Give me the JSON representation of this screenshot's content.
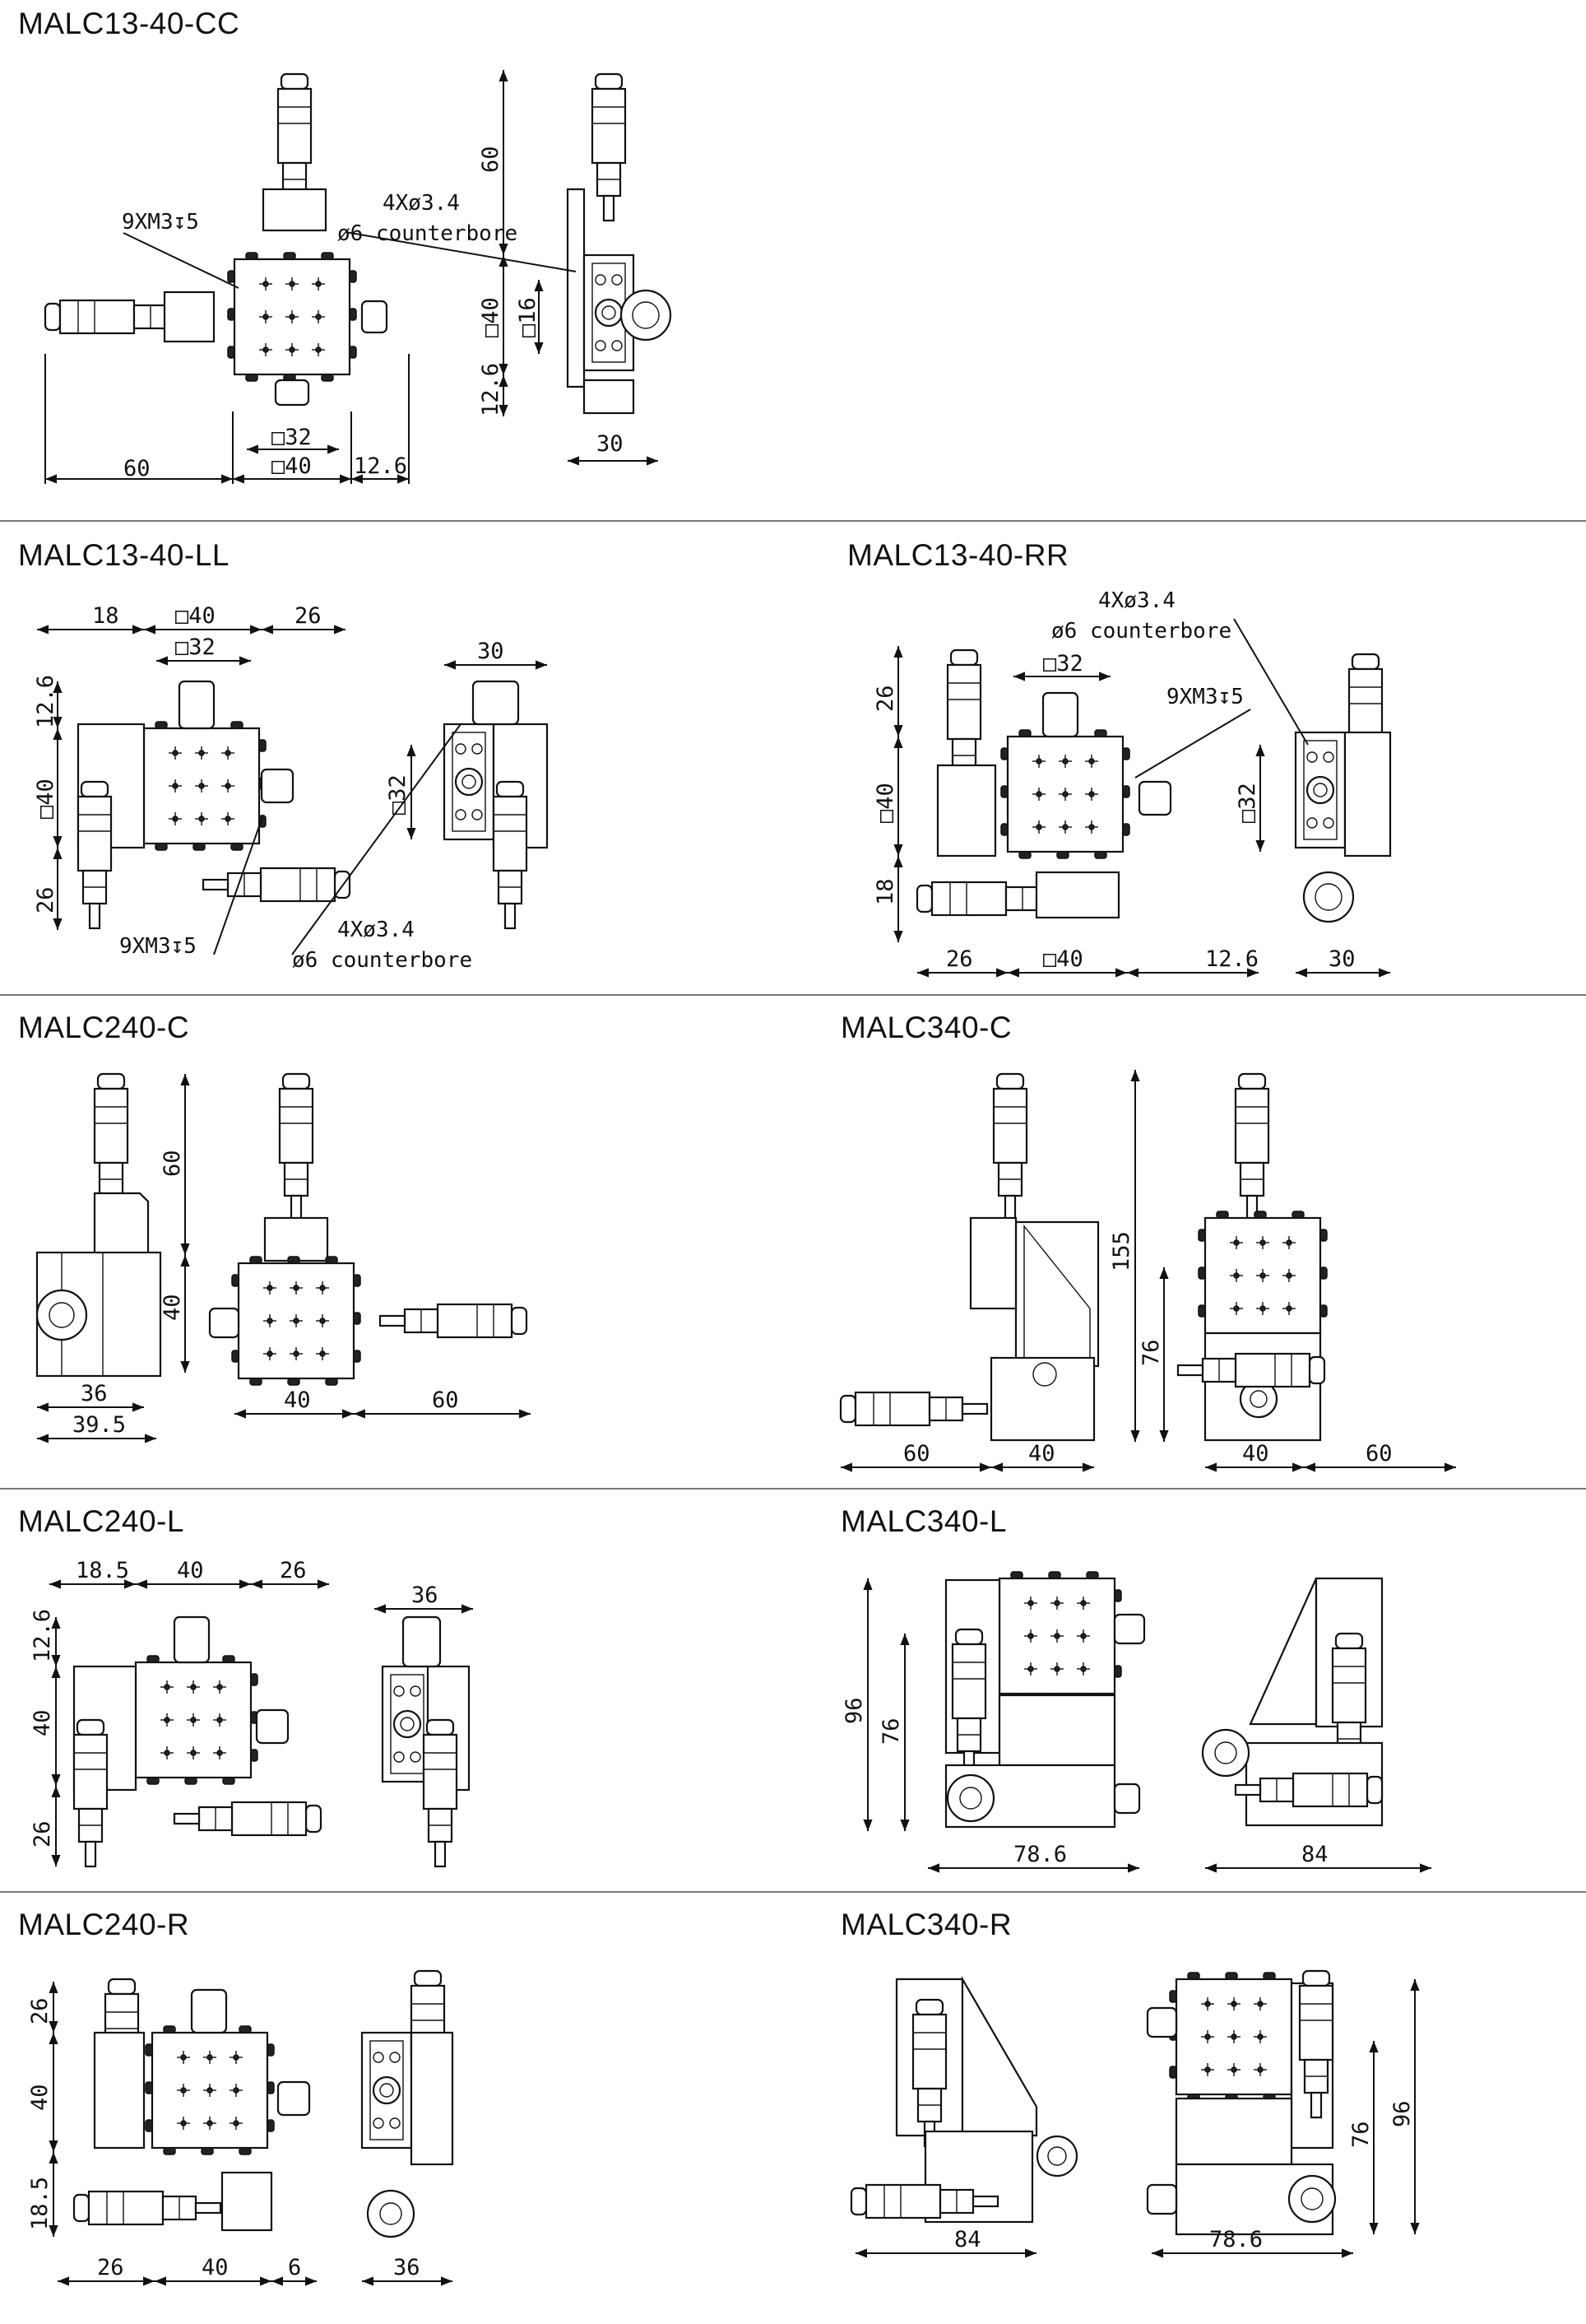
{
  "sections": [
    {
      "title": "MALC13-40-CC"
    },
    {
      "title": "MALC13-40-LL"
    },
    {
      "title": "MALC13-40-RR"
    },
    {
      "title": "MALC240-C"
    },
    {
      "title": "MALC340-C"
    },
    {
      "title": "MALC240-L"
    },
    {
      "title": "MALC340-L"
    },
    {
      "title": "MALC240-R"
    },
    {
      "title": "MALC340-R"
    }
  ],
  "cc": {
    "dims": [
      "60",
      "□32",
      "□40",
      "12.6",
      "60",
      "□40",
      "□16",
      "12.6",
      "30"
    ],
    "note_holes": "9XM3↧5",
    "note_cb1": "4Xø3.4",
    "note_cb2": "ø6 counterbore"
  },
  "ll": {
    "dims": [
      "18",
      "□40",
      "□32",
      "26",
      "12.6",
      "□40",
      "26",
      "30",
      "□32"
    ],
    "note_holes": "9XM3↧5",
    "note_cb1": "4Xø3.4",
    "note_cb2": "ø6 counterbore"
  },
  "rr": {
    "dims": [
      "□32",
      "26",
      "□40",
      "18",
      "26",
      "□40",
      "12.6",
      "□32",
      "30"
    ],
    "note_holes": "9XM3↧5",
    "note_cb1": "4Xø3.4",
    "note_cb2": "ø6 counterbore"
  },
  "c240": {
    "dims": [
      "60",
      "40",
      "36",
      "39.5",
      "40",
      "60"
    ]
  },
  "c340": {
    "dims": [
      "155",
      "76",
      "60",
      "40",
      "40",
      "60"
    ]
  },
  "l240": {
    "dims": [
      "18.5",
      "40",
      "26",
      "12.6",
      "40",
      "26",
      "36"
    ]
  },
  "l340": {
    "dims": [
      "96",
      "76",
      "78.6",
      "84"
    ]
  },
  "r240": {
    "dims": [
      "26",
      "40",
      "18.5",
      "26",
      "40",
      "6",
      "36"
    ]
  },
  "r340": {
    "dims": [
      "96",
      "76",
      "84",
      "78.6"
    ]
  }
}
